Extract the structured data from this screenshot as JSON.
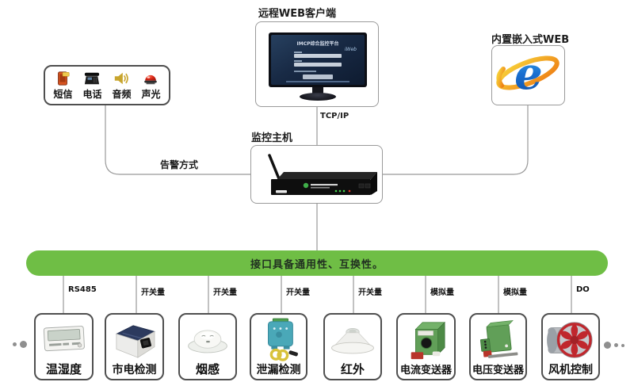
{
  "diagram": {
    "remote_web": {
      "label": "远程WEB客户端",
      "screen": {
        "title": "IMCP综合监控平台",
        "brand": "iWeb"
      }
    },
    "embedded_web": {
      "label": "内置嵌入式WEB",
      "icon": "internet-explorer-icon"
    },
    "host": {
      "label": "监控主机",
      "icon": "monitoring-host-device"
    },
    "tcp_label": "TCP/IP",
    "alarm": {
      "label": "告警方式",
      "items": [
        {
          "label": "短信",
          "icon": "sms-phone-icon"
        },
        {
          "label": "电话",
          "icon": "telephone-icon"
        },
        {
          "label": "音频",
          "icon": "speaker-icon"
        },
        {
          "label": "声光",
          "icon": "siren-icon"
        }
      ]
    },
    "banner": "接口具备通用性、互换性。",
    "connections": [
      "RS485",
      "开关量",
      "开关量",
      "开关量",
      "开关量",
      "模拟量",
      "模拟量",
      "DO"
    ],
    "devices": [
      {
        "label": "温湿度",
        "icon": "temp-humidity-sensor-icon"
      },
      {
        "label": "市电检测",
        "icon": "mains-power-detector-icon"
      },
      {
        "label": "烟感",
        "icon": "smoke-detector-icon"
      },
      {
        "label": "泄漏检测",
        "icon": "leak-detector-icon"
      },
      {
        "label": "红外",
        "icon": "infrared-sensor-icon"
      },
      {
        "label": "电流变送器",
        "icon": "current-transmitter-icon"
      },
      {
        "label": "电压变送器",
        "icon": "voltage-transmitter-icon"
      },
      {
        "label": "风机控制",
        "icon": "fan-control-icon"
      }
    ],
    "colors": {
      "banner_green": "#6fbe45",
      "connector_gray": "#999999",
      "screen_navy": "#182a45",
      "ie_blue": "#1565c0",
      "ie_orange": "#f0921e",
      "siren_red": "#cc2418",
      "speaker_gold": "#c8a52e",
      "phone_orange": "#d85420",
      "fan_red": "#c0272d",
      "module_green": "#5f9e57",
      "leak_teal": "#4aa8b8"
    }
  }
}
